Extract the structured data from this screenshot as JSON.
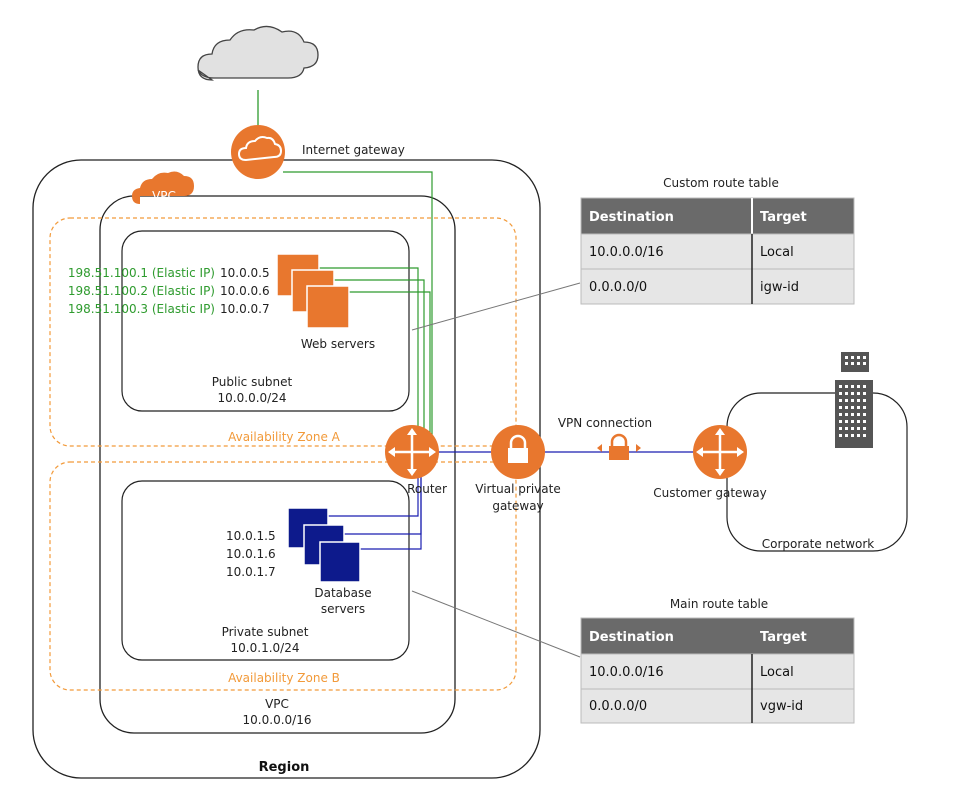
{
  "colors": {
    "aws_orange": "#e8772e",
    "zone_orange": "#f29a3a",
    "db_blue": "#0d1a8c",
    "public_green": "#2e9b2e",
    "private_blue": "#1a1fb0",
    "table_header": "#6a6a6a",
    "table_cell": "#e6e6e6"
  },
  "icons": {
    "cloud": "cloud-icon",
    "internet_gateway": "internet-gateway-icon",
    "vpc": "vpc-cloud-icon",
    "web_server": "web-server-icon",
    "database": "database-server-icon",
    "router": "router-icon",
    "vpg": "lock-icon",
    "vpn": "vpn-lock-icon",
    "customer_gateway": "customer-gateway-icon",
    "building": "office-building-icon"
  },
  "labels": {
    "internet_gateway": "Internet gateway",
    "vpc_badge": "VPC",
    "region": "Region",
    "vpc": "VPC",
    "vpc_cidr": "10.0.0.0/16",
    "az_a": "Availability Zone A",
    "az_b": "Availability Zone B",
    "public_subnet": "Public subnet",
    "public_cidr": "10.0.0.0/24",
    "private_subnet": "Private subnet",
    "private_cidr": "10.0.1.0/24",
    "web_servers": "Web servers",
    "database_line1": "Database",
    "database_line2": "servers",
    "router": "Router",
    "vpg_line1": "Virtual private",
    "vpg_line2": "gateway",
    "vpn_connection": "VPN connection",
    "customer_gateway": "Customer gateway",
    "corporate_network": "Corporate network"
  },
  "web_servers": [
    {
      "elastic_ip": "198.51.100.1 (Elastic IP)",
      "private_ip": "10.0.0.5"
    },
    {
      "elastic_ip": "198.51.100.2 (Elastic IP)",
      "private_ip": "10.0.0.6"
    },
    {
      "elastic_ip": "198.51.100.3 (Elastic IP)",
      "private_ip": "10.0.0.7"
    }
  ],
  "db_servers": [
    "10.0.1.5",
    "10.0.1.6",
    "10.0.1.7"
  ],
  "custom_route_table": {
    "title": "Custom route table",
    "headers": [
      "Destination",
      "Target"
    ],
    "rows": [
      [
        "10.0.0.0/16",
        "Local"
      ],
      [
        "0.0.0.0/0",
        "igw-id"
      ]
    ]
  },
  "main_route_table": {
    "title": "Main route table",
    "headers": [
      "Destination",
      "Target"
    ],
    "rows": [
      [
        "10.0.0.0/16",
        "Local"
      ],
      [
        "0.0.0.0/0",
        "vgw-id"
      ]
    ]
  }
}
